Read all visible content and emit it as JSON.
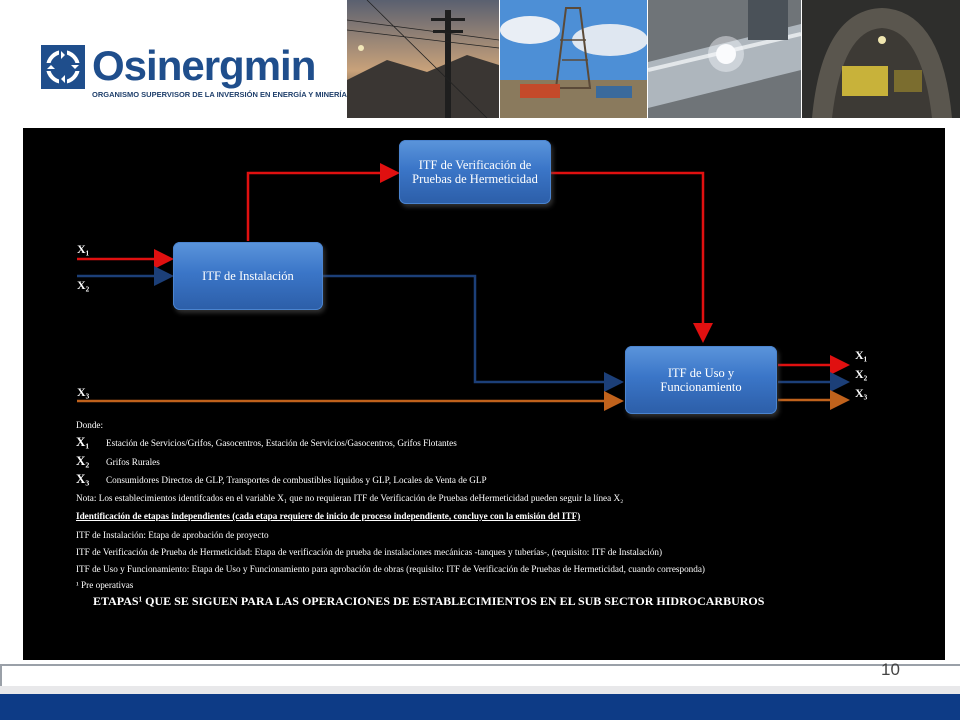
{
  "brand": {
    "name": "Osinergmin",
    "tagline": "ORGANISMO SUPERVISOR DE LA INVERSIÓN EN ENERGÍA Y MINERÍA",
    "colors": {
      "primary": "#1f4e8c",
      "band": "#0d3b86"
    }
  },
  "header_photos": [
    "power-lines-photo",
    "oil-rig-photo",
    "pipeline-welding-photo",
    "mine-tunnel-photo"
  ],
  "diagram": {
    "nodes": {
      "verificacion": "ITF  de Verificación de Pruebas de Hermeticidad",
      "instalacion": "ITF  de Instalación",
      "uso": "ITF  de Uso y Funcionamiento"
    },
    "inputs": {
      "x1": "X₁",
      "x2": "X₂",
      "x3": "X₃"
    },
    "outputs": {
      "x1": "X₁",
      "x2": "X₂",
      "x3": "X₃"
    },
    "colors": {
      "x1": "#e01010",
      "x2": "#1c3f78",
      "x3": "#c0621c"
    }
  },
  "legend": {
    "donde": "Donde:",
    "x1_sym": "X₁",
    "x1_text": "Estación de Servicios/Grifos, Gasocentros, Estación de Servicios/Gasocentros, Grifos Flotantes",
    "x2_sym": "X₂",
    "x2_text": "Grifos Rurales",
    "x3_sym": "X₃",
    "x3_text": "Consumidores Directos de GLP, Transportes de combustibles líquidos y GLP, Locales de Venta de GLP",
    "nota": "Nota: Los establecimientos identifcados en el variable X₁ que no requieran ITF de Verificación de Pruebas deHermeticidad pueden seguir la línea X₂",
    "identificacion": "Identificación de etapas independientes (cada etapa requiere de inicio de proceso independiente, concluye con la emisión del ITF)",
    "etapa_instalacion": "ITF de Instalación: Etapa de aprobación de proyecto",
    "etapa_verificacion": "ITF de Verificación de Prueba de Hermeticidad: Etapa de verificación de prueba de instalaciones mecánicas -tanques y tuberías-, (requisito: ITF de Instalación)",
    "etapa_uso": "ITF de Uso y Funcionamiento: Etapa de Uso y Funcionamiento para aprobación de obras (requisito: ITF de Verificación de Pruebas de Hermeticidad, cuando corresponda)",
    "footnote": "¹ Pre operativas"
  },
  "caption": "ETAPAS¹ QUE SE SIGUEN PARA LAS OPERACIONES DE ESTABLECIMIENTOS EN EL SUB SECTOR HIDROCARBUROS",
  "page_number": "10"
}
